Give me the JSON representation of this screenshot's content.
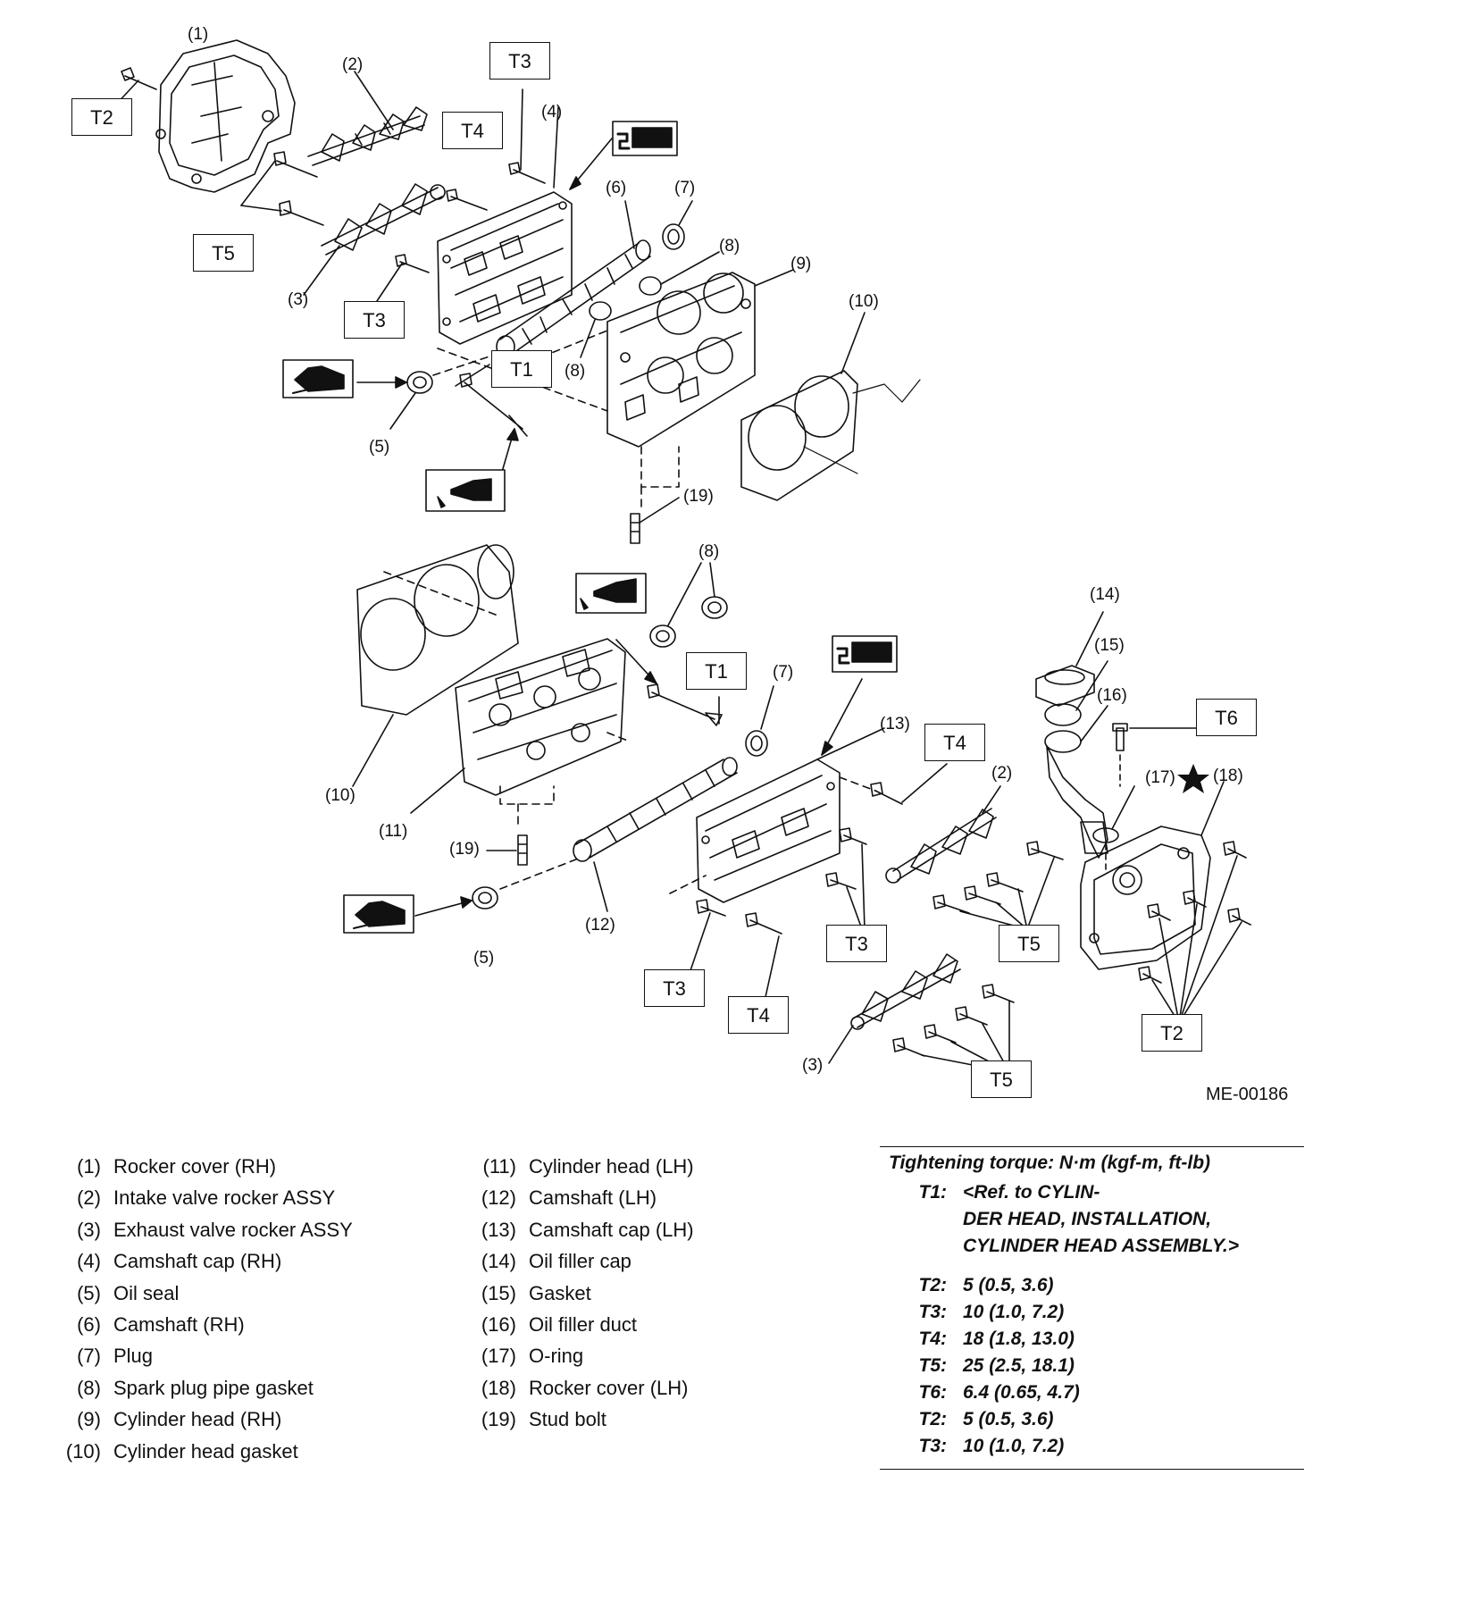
{
  "figure_code": "ME-00186",
  "callouts": {
    "c1": "(1)",
    "c2a": "(2)",
    "c2b": "(2)",
    "c3a": "(3)",
    "c3b": "(3)",
    "c4": "(4)",
    "c5a": "(5)",
    "c5b": "(5)",
    "c6": "(6)",
    "c7a": "(7)",
    "c7b": "(7)",
    "c8a": "(8)",
    "c8b": "(8)",
    "c8c": "(8)",
    "c9": "(9)",
    "c10a": "(10)",
    "c10b": "(10)",
    "c11": "(11)",
    "c12": "(12)",
    "c13": "(13)",
    "c14": "(14)",
    "c15": "(15)",
    "c16": "(16)",
    "c17": "(17)",
    "c18": "(18)",
    "c19a": "(19)",
    "c19b": "(19)"
  },
  "torque_boxes": {
    "b1": "T2",
    "b2": "T3",
    "b3": "T4",
    "b4": "T5",
    "b5": "T3",
    "b6": "T1",
    "b7": "T1",
    "b8": "T6",
    "b9": "T4",
    "b10": "T3",
    "b11": "T5",
    "b12": "T3",
    "b13": "T4",
    "b14": "T2",
    "b15": "T5"
  },
  "legend_left": [
    {
      "num": "(1)",
      "label": "Rocker cover (RH)"
    },
    {
      "num": "(2)",
      "label": "Intake valve rocker ASSY"
    },
    {
      "num": "(3)",
      "label": "Exhaust valve rocker ASSY"
    },
    {
      "num": "(4)",
      "label": "Camshaft cap (RH)"
    },
    {
      "num": "(5)",
      "label": "Oil seal"
    },
    {
      "num": "(6)",
      "label": "Camshaft (RH)"
    },
    {
      "num": "(7)",
      "label": "Plug"
    },
    {
      "num": "(8)",
      "label": "Spark plug pipe gasket"
    },
    {
      "num": "(9)",
      "label": "Cylinder head (RH)"
    },
    {
      "num": "(10)",
      "label": "Cylinder head gasket"
    }
  ],
  "legend_right": [
    {
      "num": "(11)",
      "label": "Cylinder head (LH)"
    },
    {
      "num": "(12)",
      "label": "Camshaft (LH)"
    },
    {
      "num": "(13)",
      "label": "Camshaft cap (LH)"
    },
    {
      "num": "(14)",
      "label": "Oil filler cap"
    },
    {
      "num": "(15)",
      "label": "Gasket"
    },
    {
      "num": "(16)",
      "label": "Oil filler duct"
    },
    {
      "num": "(17)",
      "label": "O-ring"
    },
    {
      "num": "(18)",
      "label": "Rocker cover (LH)"
    },
    {
      "num": "(19)",
      "label": "Stud bolt"
    }
  ],
  "torque_table": {
    "header": "Tightening torque: N·m (kgf-m, ft-lb)",
    "t1_key": "T1:",
    "t1_lines": [
      "<Ref. to  CYLIN-",
      "DER HEAD, INSTALLATION,",
      "CYLINDER HEAD ASSEMBLY.>"
    ],
    "rows": [
      {
        "key": "T2:",
        "value": "5 (0.5, 3.6)"
      },
      {
        "key": "T3:",
        "value": "10 (1.0, 7.2)"
      },
      {
        "key": "T4:",
        "value": "18 (1.8, 13.0)"
      },
      {
        "key": "T5:",
        "value": "25 (2.5, 18.1)"
      },
      {
        "key": "T6:",
        "value": "6.4 (0.65, 4.7)"
      },
      {
        "key": "T2:",
        "value": "5 (0.5, 3.6)"
      },
      {
        "key": "T3:",
        "value": "10 (1.0, 7.2)"
      }
    ]
  },
  "icons": [
    "liquid-gasket-icon",
    "oil-can-icon",
    "grease-icon",
    "star-icon"
  ]
}
